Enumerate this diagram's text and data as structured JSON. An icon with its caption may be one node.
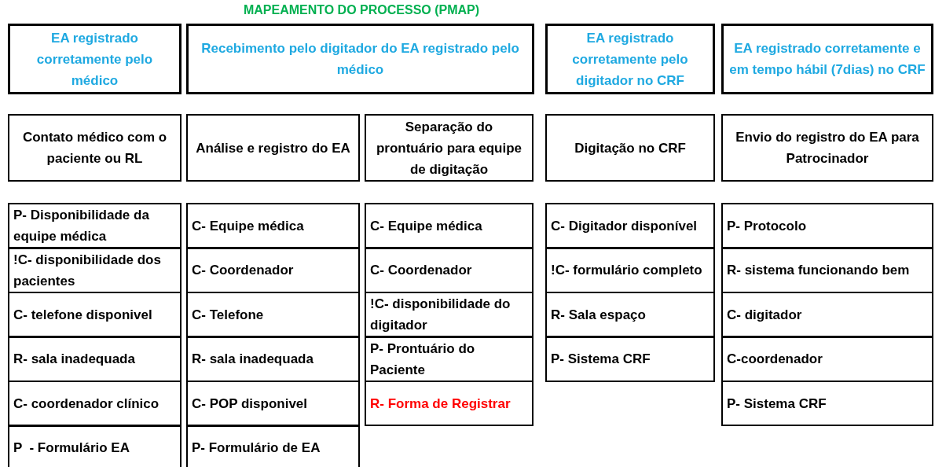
{
  "diagram": {
    "title": "MAPEAMENTO DO PROCESSO (PMAP)",
    "nodes": [
      {
        "text": [
          "EA registrado corretamente pelo médico"
        ]
      },
      {
        "text": [
          "Recebimento pelo digitador do EA registrado pelo médico"
        ]
      },
      {
        "text": [
          "EA registrado corretamente pelo digitador no CRF"
        ]
      },
      {
        "text": [
          "EA registrado corretamente e em tempo hábil (7dias) no CRF"
        ]
      },
      {
        "text": [
          "Contato médico com o paciente ou RL"
        ]
      },
      {
        "text": [
          "Análise e registro do EA"
        ]
      },
      {
        "text": [
          "Separação do prontuário para equipe de digitação"
        ]
      },
      {
        "text": [
          "Digitação no CRF"
        ]
      },
      {
        "text": [
          "Envio do registro do EA para Patrocinador"
        ]
      },
      {
        "text": [
          "P- Disponibilidade da equipe médica"
        ]
      },
      {
        "text": [
          "!C- disponibilidade dos pacientes"
        ]
      },
      {
        "text": [
          "C- telefone disponivel"
        ]
      },
      {
        "text": [
          "R- sala inadequada"
        ]
      },
      {
        "text": [
          "C- coordenador clínico"
        ]
      },
      {
        "text": [
          "P  - Formulário EA"
        ]
      },
      {
        "text": [
          "C- Equipe médica"
        ]
      },
      {
        "text": [
          "C- Coordenador"
        ]
      },
      {
        "text": [
          "C- Telefone"
        ]
      },
      {
        "text": [
          "R- sala inadequada"
        ]
      },
      {
        "text": [
          "C- POP disponivel"
        ]
      },
      {
        "text": [
          "P- Formulário de EA"
        ]
      },
      {
        "text": [
          "C- Equipe médica"
        ]
      },
      {
        "text": [
          "C- Coordenador"
        ]
      },
      {
        "text": [
          "!C- disponibilidade do digitador"
        ]
      },
      {
        "text": [
          "P- Prontuário do Paciente"
        ]
      },
      {
        "text": [
          "R- Forma de Registrar"
        ]
      },
      {
        "text": [
          "C- Digitador disponível"
        ]
      },
      {
        "text": [
          "!C- formulário completo"
        ]
      },
      {
        "text": [
          "R- Sala espaço"
        ]
      },
      {
        "text": [
          "P- Sistema CRF"
        ]
      },
      {
        "text": [
          "P- Protocolo"
        ]
      },
      {
        "text": [
          "R- sistema funcionando bem"
        ]
      },
      {
        "text": [
          "C- digitador"
        ]
      },
      {
        "text": [
          "C-coordenador"
        ]
      },
      {
        "text": [
          "P- Sistema CRF"
        ]
      }
    ]
  }
}
